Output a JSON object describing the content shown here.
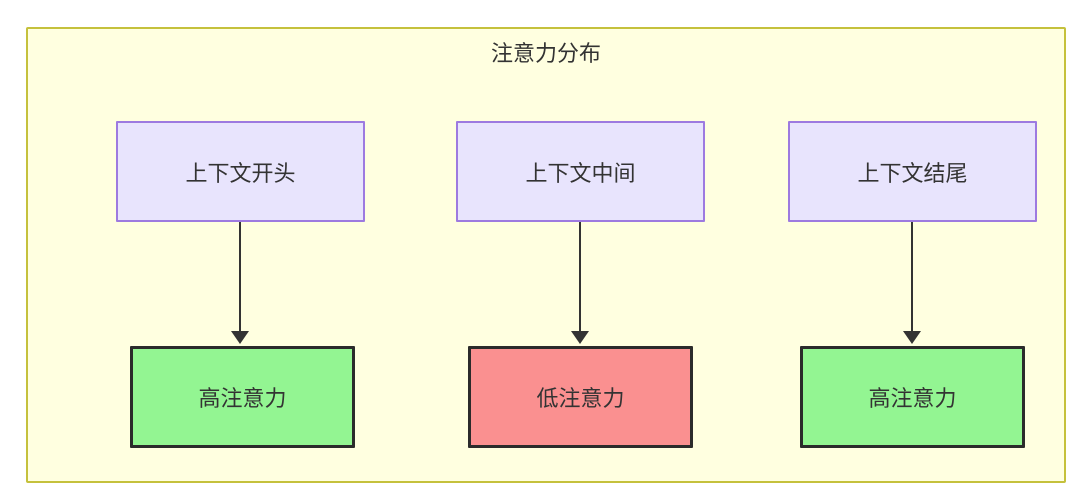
{
  "diagram": {
    "title": "注意力分布",
    "background_color": "#ffffe0",
    "border_color": "#c5c13c",
    "context_nodes": [
      {
        "id": "ctx-start",
        "label": "上下文开头",
        "fill": "#e8e4fd",
        "stroke": "#9d7ae0"
      },
      {
        "id": "ctx-mid",
        "label": "上下文中间",
        "fill": "#e8e4fd",
        "stroke": "#9d7ae0"
      },
      {
        "id": "ctx-end",
        "label": "上下文结尾",
        "fill": "#e8e4fd",
        "stroke": "#9d7ae0"
      }
    ],
    "attention_nodes": [
      {
        "id": "att-start",
        "label": "高注意力",
        "fill": "#93f592",
        "stroke": "#2b2b2b"
      },
      {
        "id": "att-mid",
        "label": "低注意力",
        "fill": "#fa9090",
        "stroke": "#2b2b2b"
      },
      {
        "id": "att-end",
        "label": "高注意力",
        "fill": "#93f592",
        "stroke": "#2b2b2b"
      }
    ],
    "edges": [
      {
        "from": "上下文开头",
        "to": "高注意力"
      },
      {
        "from": "上下文中间",
        "to": "低注意力"
      },
      {
        "from": "上下文结尾",
        "to": "高注意力"
      }
    ]
  }
}
